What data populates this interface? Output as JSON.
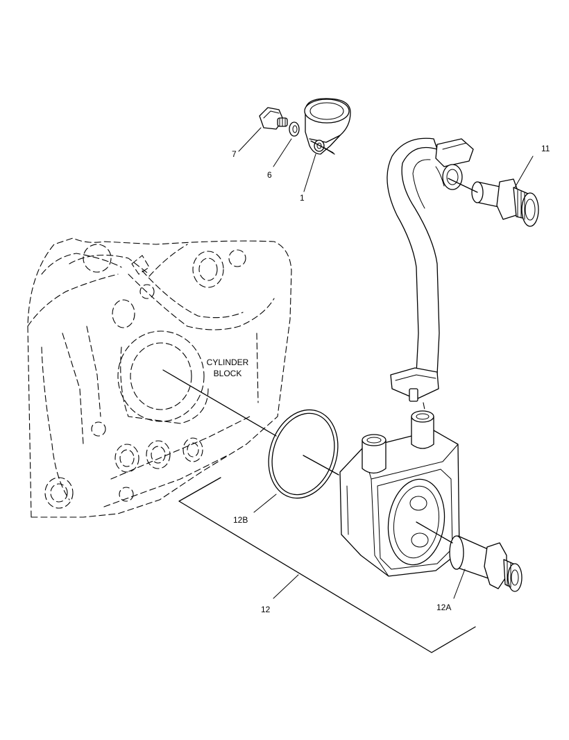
{
  "diagram": {
    "labels": {
      "cylinder_block_line1": "CYLINDER",
      "cylinder_block_line2": "BLOCK",
      "callout_7": "7",
      "callout_6": "6",
      "callout_1": "1",
      "callout_11": "11",
      "callout_12": "12",
      "callout_12a": "12A",
      "callout_12b": "12B"
    }
  }
}
